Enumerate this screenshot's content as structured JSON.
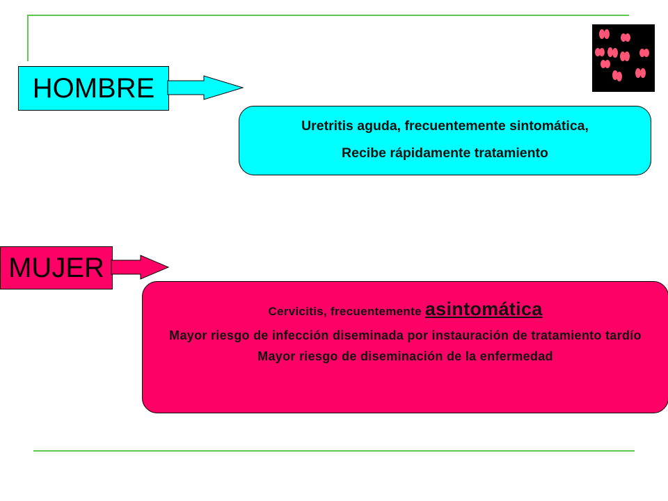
{
  "colors": {
    "man": "#00ffff",
    "woman": "#ff0066",
    "frame": "#5cc94d",
    "cells": "#ff5577"
  },
  "hombre": {
    "label": "HOMBRE",
    "line1": "Uretritis aguda, frecuentemente sintomática,",
    "line2": "Recibe rápidamente tratamiento"
  },
  "mujer": {
    "label": "MUJER",
    "line1_prefix": "Cervicitis, frecuentemente ",
    "line1_emphasis": "asintomática",
    "line2": "Mayor riesgo de infección diseminada por instauración de tratamiento tardío",
    "line3": "Mayor riesgo de diseminación de la enfermedad"
  },
  "image": {
    "icon": "bacteria-micrograph-icon"
  }
}
